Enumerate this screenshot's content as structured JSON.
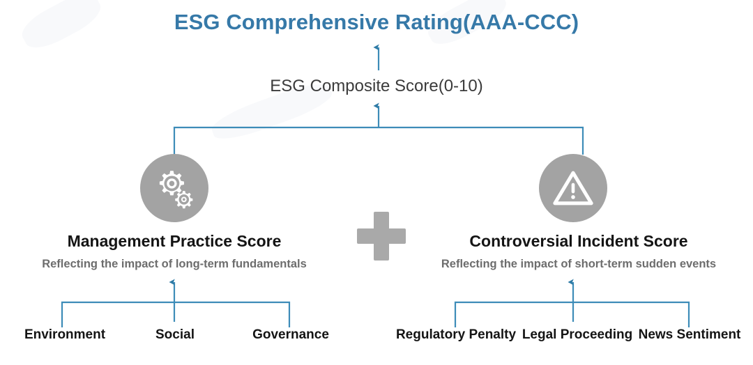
{
  "diagram": {
    "title": "ESG Comprehensive Rating(AAA-CCC)",
    "composite": "ESG Composite Score(0-10)",
    "operator": "plus-sign",
    "colors": {
      "title_blue": "#3679a8",
      "connector_blue": "#3d8cb8",
      "icon_circle_gray": "#a3a3a3",
      "plus_gray": "#a9a9a9",
      "subtitle_gray": "#6d6d6d",
      "body_dark": "#141414",
      "background": "#ffffff"
    },
    "branches": [
      {
        "id": "management-practice",
        "icon": "gears-icon",
        "title": "Management Practice Score",
        "subtitle": "Reflecting the impact of long-term fundamentals",
        "leaves": [
          "Environment",
          "Social",
          "Governance"
        ]
      },
      {
        "id": "controversial-incident",
        "icon": "warning-triangle-icon",
        "title": "Controversial Incident Score",
        "subtitle": "Reflecting the impact of short-term sudden events",
        "leaves": [
          "Regulatory Penalty",
          "Legal Proceeding",
          "News Sentiment"
        ]
      }
    ]
  }
}
